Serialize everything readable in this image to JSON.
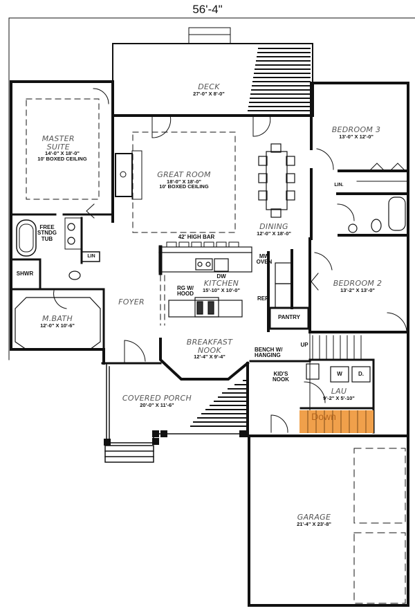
{
  "plan": {
    "overall_width": "56'-4\"",
    "stair_highlight_color": "#F0A04B",
    "rooms": {
      "deck": {
        "name": "DECK",
        "dim": "27'-0\" X 8'-0\""
      },
      "master_suite": {
        "name": "MASTER SUITE",
        "dim": "14'-0\" X 18'-0\"",
        "note": "10' BOXED CEILING"
      },
      "great_room": {
        "name": "GREAT ROOM",
        "dim": "18'-0\" X 18'-0\"",
        "note": "10' BOXED CEILING"
      },
      "bedroom3": {
        "name": "BEDROOM 3",
        "dim": "13'-0\" X 12'-0\""
      },
      "dining": {
        "name": "DINING",
        "dim": "12'-0\" X 18'-0\""
      },
      "bedroom2": {
        "name": "BEDROOM 2",
        "dim": "13'-2\" X 13'-0\""
      },
      "kitchen": {
        "name": "KITCHEN",
        "dim": "15'-10\" X 10'-0\""
      },
      "foyer": {
        "name": "FOYER"
      },
      "m_bath": {
        "name": "M.BATH",
        "dim": "12'-0\" X 10'-6\""
      },
      "breakfast_nook": {
        "name": "BREAKFAST NOOK",
        "dim": "12'-4\" X 9'-4\""
      },
      "lau": {
        "name": "LAU",
        "dim": "9'-2\" X 5'-10\""
      },
      "covered_porch": {
        "name": "COVERED PORCH",
        "dim": "20'-0\" X 11'-6\""
      },
      "garage": {
        "name": "GARAGE",
        "dim": "21'-4\" X 23'-8\""
      }
    },
    "fixtures": {
      "free_tub": "FREE STNDG TUB",
      "shower": "SHWR",
      "lin_master": "LIN",
      "lin_bed3": "LIN.",
      "high_bar": "42' HIGH BAR",
      "mw_oven": "MW OVEN",
      "dw": "DW",
      "rg_hood": "RG W/ HOOD",
      "ref": "REF",
      "pantry": "PANTRY",
      "up": "UP",
      "bench": "BENCH W/ HANGING",
      "kids_nook": "KID'S NOOK",
      "washer": "W",
      "dryer": "D.",
      "down": "Down"
    }
  }
}
